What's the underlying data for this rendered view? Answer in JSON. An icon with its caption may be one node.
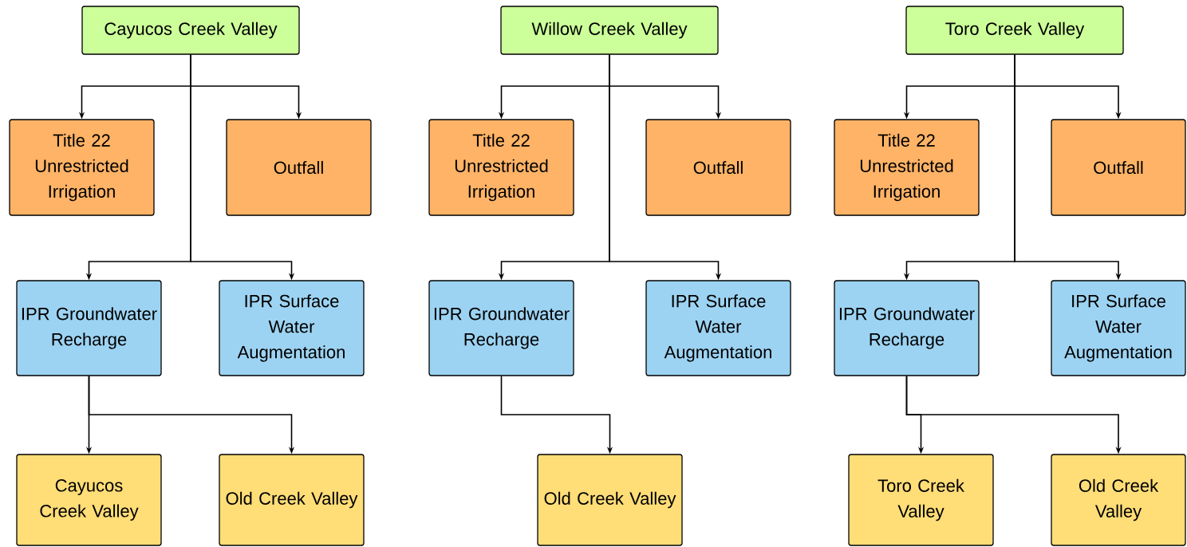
{
  "diagram": {
    "nodes": [
      {
        "text": [
          "Cayucos Creek Valley"
        ]
      },
      {
        "text": [
          "Title 22 Unrestricted Irrigation"
        ]
      },
      {
        "text": [
          "Outfall"
        ]
      },
      {
        "text": [
          "IPR Groundwater Recharge"
        ]
      },
      {
        "text": [
          "IPR Surface Water Augmentation"
        ]
      },
      {
        "text": [
          "Cayucos Creek Valley"
        ]
      },
      {
        "text": [
          "Old Creek Valley"
        ]
      },
      {
        "text": [
          "Willow Creek Valley"
        ]
      },
      {
        "text": [
          "Title 22 Unrestricted Irrigation"
        ]
      },
      {
        "text": [
          "Outfall"
        ]
      },
      {
        "text": [
          "IPR Groundwater Recharge"
        ]
      },
      {
        "text": [
          "IPR Surface Water Augmentation"
        ]
      },
      {
        "text": [
          "Old Creek Valley"
        ]
      },
      {
        "text": [
          "Toro Creek Valley"
        ]
      },
      {
        "text": [
          "Title 22 Unrestricted Irrigation"
        ]
      },
      {
        "text": [
          "Outfall"
        ]
      },
      {
        "text": [
          "IPR Groundwater Recharge"
        ]
      },
      {
        "text": [
          "IPR Surface Water Augmentation"
        ]
      },
      {
        "text": [
          "Toro Creek Valley"
        ]
      },
      {
        "text": [
          "Old Creek Valley"
        ]
      }
    ],
    "edges": [
      {
        "from": 0,
        "to": 1,
        "arrow": "to"
      },
      {
        "from": 0,
        "to": 2,
        "arrow": "to"
      },
      {
        "from": 0,
        "to": 3,
        "arrow": "to"
      },
      {
        "from": 0,
        "to": 4,
        "arrow": "to"
      },
      {
        "from": 3,
        "to": 5,
        "arrow": "to"
      },
      {
        "from": 3,
        "to": 6,
        "arrow": "to"
      },
      {
        "from": 7,
        "to": 8,
        "arrow": "to"
      },
      {
        "from": 7,
        "to": 9,
        "arrow": "to"
      },
      {
        "from": 7,
        "to": 10,
        "arrow": "to"
      },
      {
        "from": 7,
        "to": 11,
        "arrow": "to"
      },
      {
        "from": 10,
        "to": 12,
        "arrow": "to"
      },
      {
        "from": 13,
        "to": 14,
        "arrow": "to"
      },
      {
        "from": 13,
        "to": 15,
        "arrow": "to"
      },
      {
        "from": 13,
        "to": 16,
        "arrow": "to"
      },
      {
        "from": 13,
        "to": 17,
        "arrow": "to"
      },
      {
        "from": 16,
        "to": 18,
        "arrow": "to"
      },
      {
        "from": 16,
        "to": 19,
        "arrow": "to"
      }
    ]
  }
}
